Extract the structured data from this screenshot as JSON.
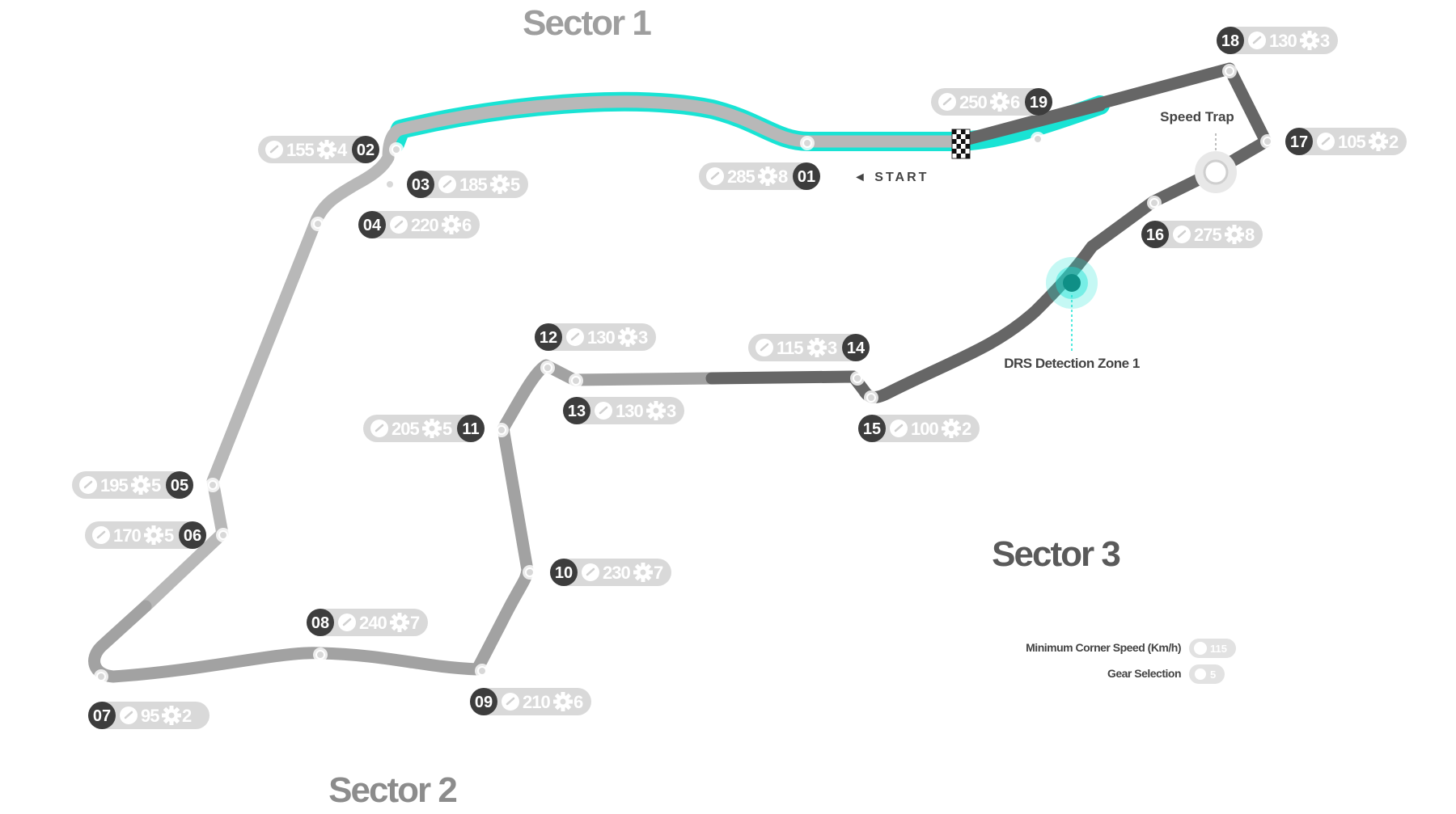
{
  "sectors": [
    {
      "label": "Sector 1",
      "color": "#9e9e9e"
    },
    {
      "label": "Sector 2",
      "color": "#8c8c8c"
    },
    {
      "label": "Sector 3",
      "color": "#5a5a5a"
    }
  ],
  "start_label": "◄ START",
  "speed_trap_label": "Speed Trap",
  "drs_label": "DRS Detection Zone 1",
  "legend": {
    "speed_label": "Minimum Corner Speed (Km/h)",
    "speed_example": "115",
    "gear_label": "Gear Selection",
    "gear_example": "5"
  },
  "colors": {
    "track_light": "#b8b8b8",
    "track_mid": "#9a9a9a",
    "track_dark": "#6a6a6a",
    "drs": "#19e3d4",
    "badge": "#3d3d3d",
    "pill": "#d9d9d9"
  },
  "corners": [
    {
      "number": "01",
      "speed": "285",
      "gear": "8"
    },
    {
      "number": "02",
      "speed": "155",
      "gear": "4"
    },
    {
      "number": "03",
      "speed": "185",
      "gear": "5"
    },
    {
      "number": "04",
      "speed": "220",
      "gear": "6"
    },
    {
      "number": "05",
      "speed": "195",
      "gear": "5"
    },
    {
      "number": "06",
      "speed": "170",
      "gear": "5"
    },
    {
      "number": "07",
      "speed": "95",
      "gear": "2"
    },
    {
      "number": "08",
      "speed": "240",
      "gear": "7"
    },
    {
      "number": "09",
      "speed": "210",
      "gear": "6"
    },
    {
      "number": "10",
      "speed": "230",
      "gear": "7"
    },
    {
      "number": "11",
      "speed": "205",
      "gear": "5"
    },
    {
      "number": "12",
      "speed": "130",
      "gear": "3"
    },
    {
      "number": "13",
      "speed": "130",
      "gear": "3"
    },
    {
      "number": "14",
      "speed": "115",
      "gear": "3"
    },
    {
      "number": "15",
      "speed": "100",
      "gear": "2"
    },
    {
      "number": "16",
      "speed": "275",
      "gear": "8"
    },
    {
      "number": "17",
      "speed": "105",
      "gear": "2"
    },
    {
      "number": "18",
      "speed": "130",
      "gear": "3"
    },
    {
      "number": "19",
      "speed": "250",
      "gear": "6"
    }
  ]
}
